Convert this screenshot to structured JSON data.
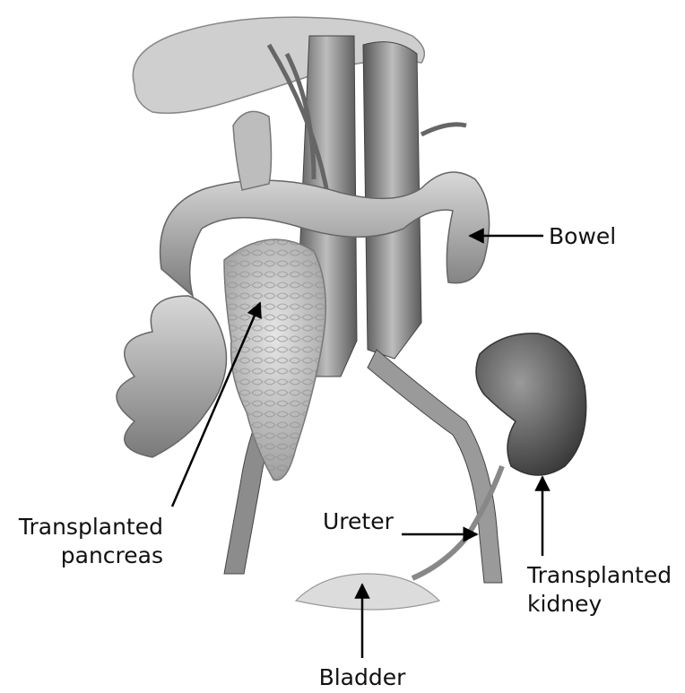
{
  "labels": {
    "bowel": "Bowel",
    "pancreas_line1": "Transplanted",
    "pancreas_line2": "pancreas",
    "ureter": "Ureter",
    "kidney_line1": "Transplanted",
    "kidney_line2": "kidney",
    "bladder": "Bladder"
  },
  "colors": {
    "background": "#ffffff",
    "text": "#111111",
    "arrow": "#000000"
  }
}
